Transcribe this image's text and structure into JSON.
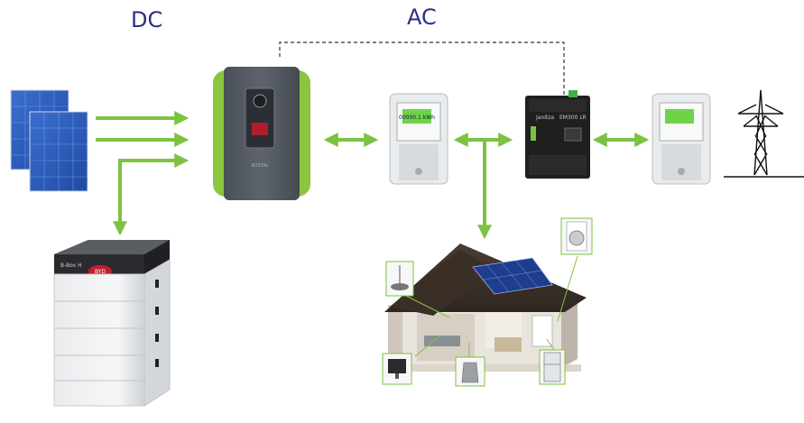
{
  "labels": {
    "dc": "DC",
    "ac": "AC"
  },
  "devices": {
    "inverter_brand": "KOSTAL",
    "energy_manager_brand": "Janitza",
    "energy_manager_model": "EM300 LR",
    "battery_brand": "B-Box H",
    "battery_logo": "BYD",
    "meter_display": "00000.1 kWh"
  },
  "colors": {
    "arrow": "#7dc242",
    "label_blue": "#2a2f86",
    "inverter_green": "#8cc63f",
    "panel_blue": "#2a5ab8",
    "dashed_line": "#333333"
  },
  "icons": [
    "solar-panel-icon",
    "inverter-icon",
    "battery-icon",
    "meter-icon",
    "energy-manager-icon",
    "power-pylon-icon",
    "house-icon",
    "ceiling-lamp-icon",
    "monitor-icon",
    "kettle-icon",
    "washing-machine-icon",
    "fridge-icon"
  ]
}
